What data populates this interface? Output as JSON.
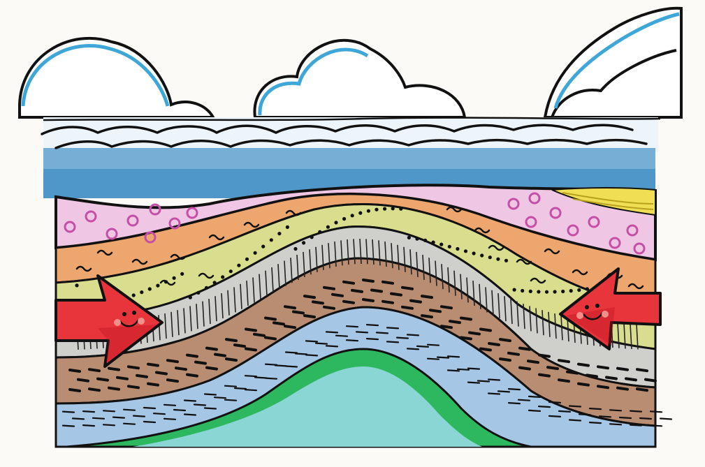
{
  "scene": {
    "subject": "anticline",
    "forces": [
      "compression-from-left",
      "compression-from-right"
    ]
  },
  "colors": {
    "paper": "#fbfaf7",
    "sky_cloud": "#ffffff",
    "cloud_shadow": "#3fa7d8",
    "sea": "#4f97c9",
    "sea_light": "#9cc7e6",
    "pink_layer": "#efc6e4",
    "pink_dots": "#d77bc0",
    "orange_layer": "#eda66d",
    "yellow_green_layer": "#d9de8f",
    "grey_layer": "#cfcfcc",
    "brown_layer": "#b98d72",
    "blue_layer": "#a6c6e6",
    "core_green": "#2db75e",
    "core_cyan": "#8ad6d4",
    "yellow_lens": "#f0de55",
    "arrow_red": "#e8353c",
    "arrow_face_pink": "#f38f8a",
    "ink": "#111111"
  },
  "icons": {
    "left_arrow": "smiling-red-arrow-icon",
    "right_arrow": "smiling-red-arrow-icon"
  }
}
